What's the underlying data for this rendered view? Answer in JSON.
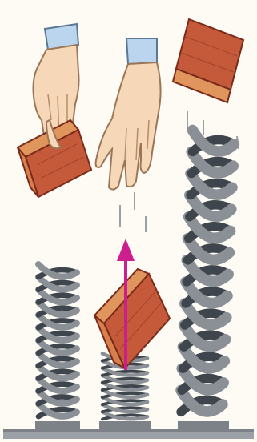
{
  "figure": {
    "panels": [
      {
        "id": "left",
        "spring_state": "relaxed",
        "hand": "holding-brick",
        "brick": "held-in-hand"
      },
      {
        "id": "middle",
        "spring_state": "compressed",
        "hand": "released",
        "brick": "resting-on-spring",
        "arrow_direction": "up"
      },
      {
        "id": "right",
        "spring_state": "extended",
        "hand": "none",
        "brick": "launched-upward"
      }
    ],
    "colors": {
      "background": "#fdfbf4",
      "brick_face": "#c45a3a",
      "brick_side": "#e0955c",
      "brick_outline": "#7a2a1a",
      "spring": "#8a9096",
      "spring_dark": "#3e454c",
      "skin": "#f6d8b8",
      "skin_outline": "#9a7556",
      "cuff": "#bcd5ee",
      "arrow": "#cc1e8c",
      "ground": "#9ba1a6"
    }
  }
}
